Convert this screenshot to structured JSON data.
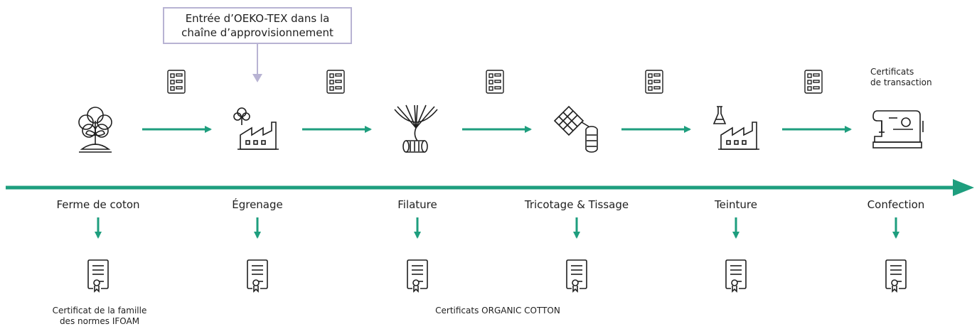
{
  "callout": {
    "line1": "Entrée d’OEKO-TEX dans la",
    "line2": "chaîne d’approvisionnement"
  },
  "transaction_label": {
    "line1": "Certificats",
    "line2": "de transaction"
  },
  "stages": [
    {
      "name": "Ferme de coton",
      "icon": "cotton-plant-icon"
    },
    {
      "name": "Égrenage",
      "icon": "ginning-factory-icon"
    },
    {
      "name": "Filature",
      "icon": "spinning-yarn-icon"
    },
    {
      "name": "Tricotage & Tissage",
      "icon": "knitting-weaving-icon"
    },
    {
      "name": "Teinture",
      "icon": "dyeing-factory-icon"
    },
    {
      "name": "Confection",
      "icon": "sewing-machine-icon"
    }
  ],
  "ifoam_label": {
    "line1": "Certificat de la famille",
    "line2": "des normes IFOAM"
  },
  "organic_label": "Certificats ORGANIC COTTON",
  "colors": {
    "accent": "#1e9e7e",
    "callout_border": "#b8b3d3",
    "icon": "#1f1f1f"
  }
}
